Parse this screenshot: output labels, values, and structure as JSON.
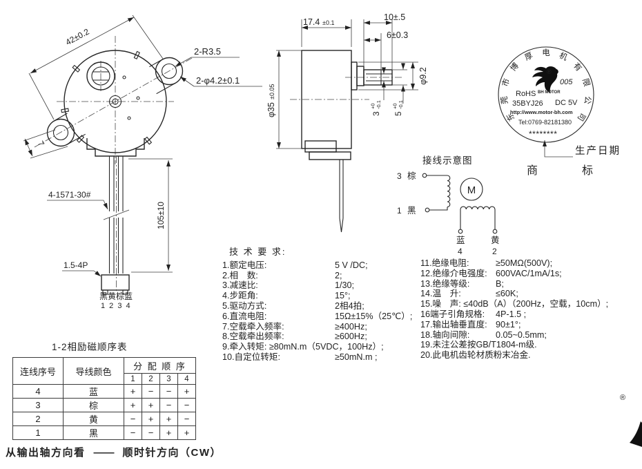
{
  "front_view": {
    "dim_mounting": "42±0.2",
    "dim_ear_offset": "7",
    "label_fillet": "2-R3.5",
    "label_holes": "2-φ4.2±0.1",
    "label_leadwire": "4-1571-30#",
    "label_connector": "1.5-4P",
    "dim_wire_length": "105±10",
    "wire_colors": "黑黄棕蓝",
    "wire_numbers": "1 2 3 4"
  },
  "side_view": {
    "dim_depth_main": "17.4",
    "dim_depth_tol": "±0.1",
    "dim_shaft_len": "10±.5",
    "dim_step_len": "6±0.3",
    "dim_dia_main": "φ35",
    "dim_dia_tol": "±0.05",
    "dim_boss_dia": "φ9.2",
    "dim_flat_val": "3",
    "dim_flat_tol_up": "+0",
    "dim_flat_tol_dn": "-0.1",
    "dim_shaft_val": "5",
    "dim_shaft_tol_up": "+0",
    "dim_shaft_tol_dn": "-0.1"
  },
  "nameplate": {
    "company": "东莞市博厚电机有限公司",
    "reg_mark": "®",
    "logo_code": "005",
    "brand": "BH MOTOR",
    "rohs": "RoHS",
    "model": "35BYJ26",
    "voltage": "DC 5V",
    "website": "http://www.motor-bh.com",
    "tel": "Tel:0769-82181380",
    "date_stars": "********",
    "production_date": "生产日期",
    "trademark": "商标"
  },
  "wiring": {
    "title": "接线示意图",
    "motor_symbol": "M",
    "brown_num": "3",
    "brown": "棕",
    "black_num": "1",
    "black": "黑",
    "blue": "蓝",
    "blue_num": "4",
    "yellow": "黄",
    "yellow_num": "2"
  },
  "tech": {
    "title": "技 术 要 求:",
    "left": [
      {
        "label": "1.额定电压:",
        "value": "5 V /DC;"
      },
      {
        "label": "2.相　数:",
        "value": "2;"
      },
      {
        "label": "3.减速比:",
        "value": "1/30;"
      },
      {
        "label": "4.步距角:",
        "value": "15°;"
      },
      {
        "label": "5.驱动方式:",
        "value": "2相4拍;"
      },
      {
        "label": "6.直流电阻:",
        "value": "15Ω±15%（25℃）;"
      },
      {
        "label": "7.空载牵入频率:",
        "value": "≥400Hz;"
      },
      {
        "label": "8.空载牵出频率:",
        "value": "≥600Hz;"
      },
      {
        "label": "9.牵入转矩: ≥80mN.m（5VDC，100Hz）;",
        "value": ""
      },
      {
        "label": "10.自定位转矩:",
        "value": "≥50mN.m ;"
      }
    ],
    "right": [
      {
        "label": "11.绝缘电阻:",
        "value": "≥50MΩ(500V);"
      },
      {
        "label": "12.绝缘介电强度:",
        "value": "600VAC/1mA/1s;"
      },
      {
        "label": "13.绝缘等级:",
        "value": "B;"
      },
      {
        "label": "14.温　升:",
        "value": "≤60K;"
      },
      {
        "label": "15.噪　声: ≤40dB（A）（200Hz，空载，10cm）;",
        "value": ""
      },
      {
        "label": "16端子引角规格:",
        "value": "4P-1.5 ;"
      },
      {
        "label": "17.输出轴垂直度:",
        "value": "90±1°;"
      },
      {
        "label": "18.轴向间隙:",
        "value": "0.05~0.5mm;"
      },
      {
        "label": "19.未注公差按GB/T1804-m级.",
        "value": ""
      },
      {
        "label": "20.此电机齿轮材质粉末冶金.",
        "value": ""
      }
    ]
  },
  "sequence_table": {
    "title": "1-2相励磁顺序表",
    "header_wire_no": "连线序号",
    "header_color": "导线颜色",
    "header_assign": "分 配 顺 序",
    "steps": [
      "1",
      "2",
      "3",
      "4"
    ],
    "rows": [
      {
        "num": "4",
        "color": "蓝",
        "seq": [
          "+",
          "−",
          "−",
          "+"
        ]
      },
      {
        "num": "3",
        "color": "棕",
        "seq": [
          "+",
          "+",
          "−",
          "−"
        ]
      },
      {
        "num": "2",
        "color": "黄",
        "seq": [
          "−",
          "+",
          "+",
          "−"
        ]
      },
      {
        "num": "1",
        "color": "黑",
        "seq": [
          "−",
          "−",
          "+",
          "+"
        ]
      }
    ],
    "footer_view": "从输出轴方向看",
    "footer_dash": "——",
    "footer_direction": "顺时针方向（CW）"
  },
  "watermark": {
    "reg_mark": "®"
  }
}
